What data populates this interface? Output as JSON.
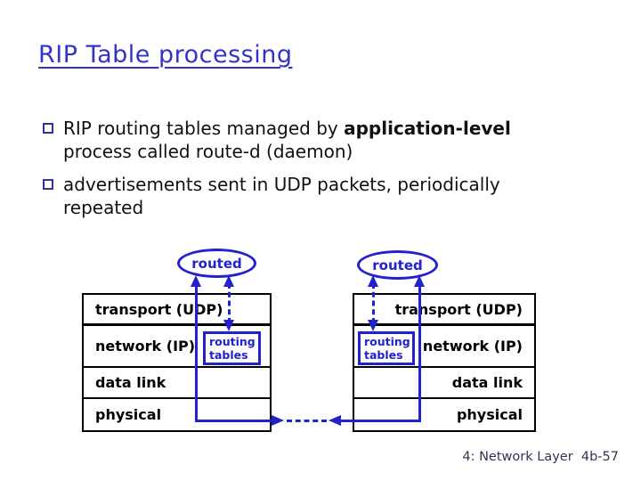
{
  "colors": {
    "diagram_blue": "#2222cc",
    "title_blue": "#3333cc",
    "bullet_navy": "#333399",
    "footer_navy": "#333355",
    "text_black": "#111111"
  },
  "slide": {
    "title": "RIP Table processing",
    "footer": "4: Network Layer  4b-57"
  },
  "bullets": [
    {
      "part1": "RIP routing tables managed by ",
      "bold": "application-level",
      "part2": " process called route-d (daemon)"
    },
    {
      "part1": "advertisements sent in UDP packets, periodically repeated",
      "bold": "",
      "part2": ""
    }
  ],
  "diagram": {
    "process_label": "routed",
    "routing_tables_label": "routing tables",
    "stack_rows": [
      "transport (UDP)",
      "network (IP)",
      "data link",
      "physical"
    ]
  }
}
